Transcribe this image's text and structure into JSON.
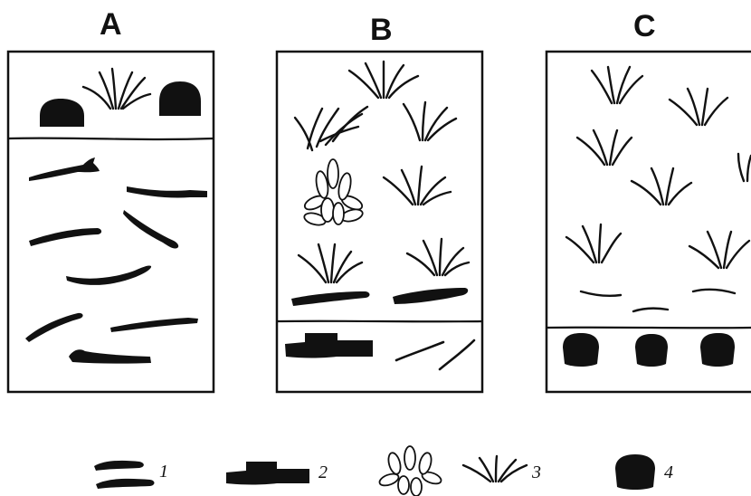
{
  "panels": [
    {
      "label": "A"
    },
    {
      "label": "B"
    },
    {
      "label": "C"
    }
  ],
  "legend": [
    {
      "number": "1",
      "symbol": "fallen-log"
    },
    {
      "number": "2",
      "symbol": "stump"
    },
    {
      "number": "3",
      "symbol": "leafy-and-grass-tufts"
    },
    {
      "number": "4",
      "symbol": "boulder"
    }
  ],
  "colors": {
    "ink": "#111111",
    "paper": "#ffffff"
  }
}
